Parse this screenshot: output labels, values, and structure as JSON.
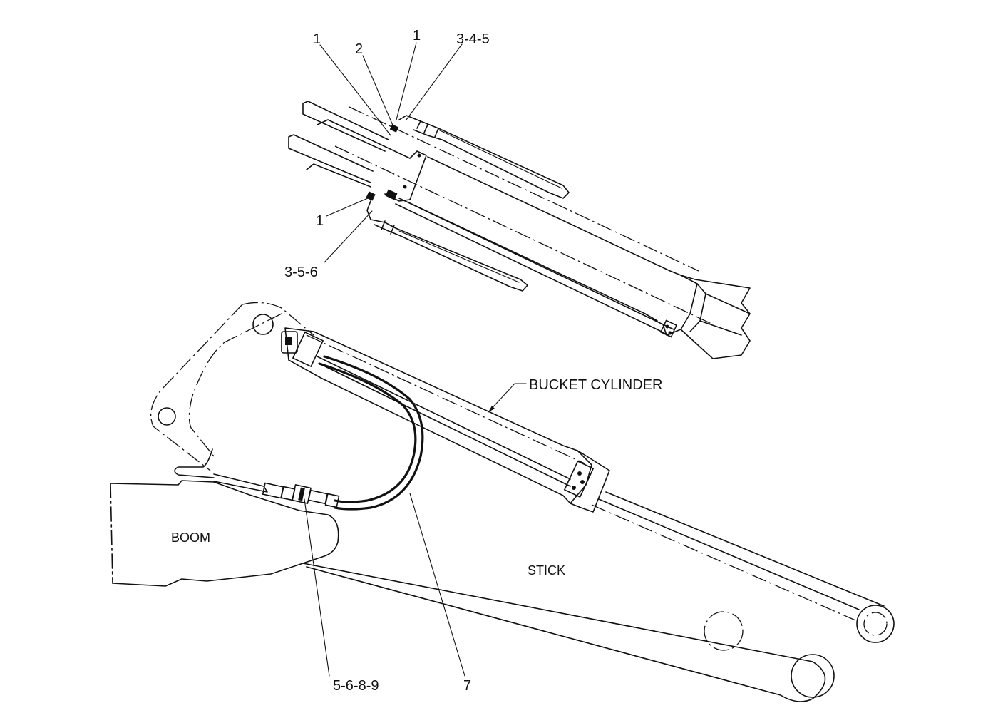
{
  "callouts": {
    "top_1_left": "1",
    "top_2": "2",
    "top_1_right": "1",
    "top_345": "3-4-5",
    "mid_1": "1",
    "mid_356": "3-5-6",
    "bottom_5689": "5-6-8-9",
    "bottom_7": "7"
  },
  "labels": {
    "bucket_cylinder": "BUCKET CYLINDER",
    "boom": "BOOM",
    "stick": "STICK"
  },
  "colors": {
    "ink": "#111111",
    "paper": "#ffffff"
  }
}
